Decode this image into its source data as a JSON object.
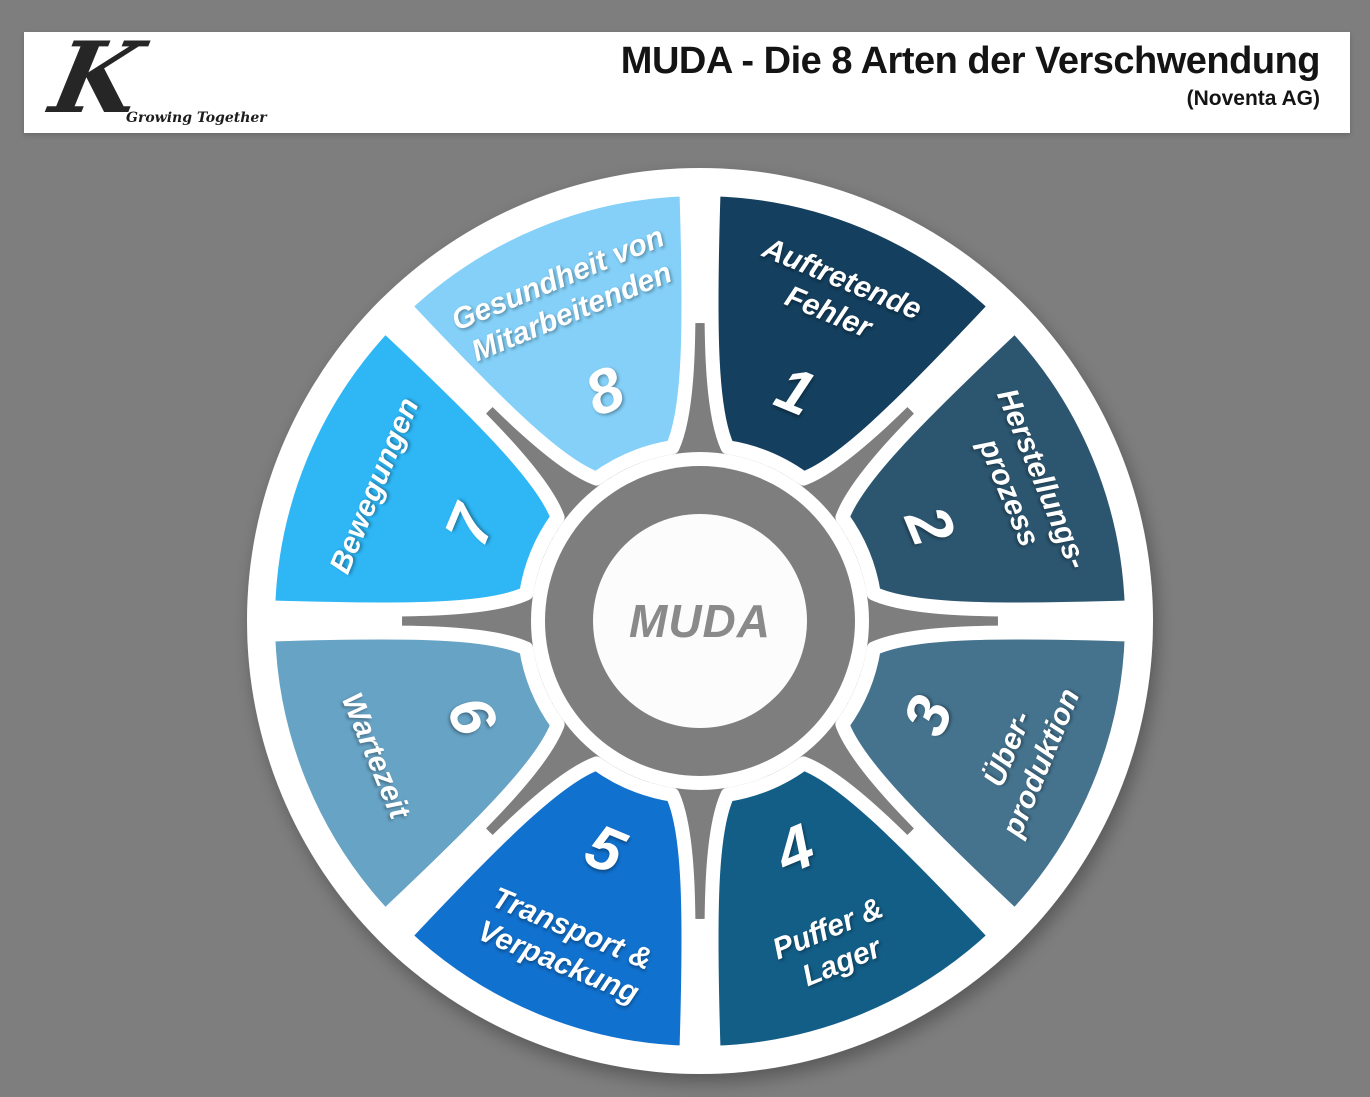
{
  "header": {
    "logo_letter": "K",
    "logo_tagline": "Growing Together",
    "title": "MUDA - Die 8 Arten der Verschwendung",
    "subtitle": "(Noventa AG)"
  },
  "wheel": {
    "center_label": "MUDA",
    "segments": [
      {
        "number": "1",
        "label": "Auftretende\nFehler",
        "color": "#143F5E"
      },
      {
        "number": "2",
        "label": "Herstellungs-\nprozess",
        "color": "#2C5670"
      },
      {
        "number": "3",
        "label": "Über-\nproduktion",
        "color": "#45738E"
      },
      {
        "number": "4",
        "label": "Puffer &\nLager",
        "color": "#135E87"
      },
      {
        "number": "5",
        "label": "Transport &\nVerpackung",
        "color": "#1171CE"
      },
      {
        "number": "6",
        "label": "Wartezeit",
        "color": "#67A3C5"
      },
      {
        "number": "7",
        "label": "Bewegungen",
        "color": "#2EB6F5"
      },
      {
        "number": "8",
        "label": "Gesundheit von\nMitarbeitenden",
        "color": "#84D0F8"
      }
    ],
    "colors": {
      "background": "#7E7E7E",
      "hub_gray": "#7E7E7E",
      "ring_gray": "#7E7E7E",
      "center_fill": "#FCFCFC",
      "center_text": "#8A8A8A",
      "petal_outline": "#FFFFFF"
    }
  }
}
